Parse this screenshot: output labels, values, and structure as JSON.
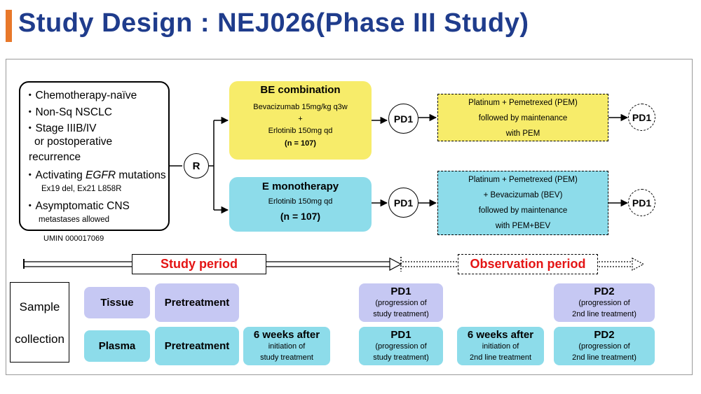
{
  "title": "Study Design : NEJ026(Phase III Study)",
  "accent_color": "#e8782a",
  "title_color": "#1f3c8c",
  "eligibility": {
    "items": [
      "・Chemotherapy-naïve",
      "・Non-Sq NSCLC",
      "・Stage IIIB/IV",
      "or postoperative",
      "recurrence",
      "・Activating ",
      "EGFR",
      " mutations",
      "Ex19 del, Ex21 L858R",
      "・Asymptomatic CNS",
      "metastases allowed"
    ]
  },
  "umin": "UMIN 000017069",
  "randomize_label": "R",
  "arm_be": {
    "title": "BE combination",
    "line1": "Bevacizumab 15mg/kg q3w",
    "plus": "+",
    "line2": "Erlotinib 150mg qd",
    "n": "(n = 107)",
    "color": "#f7ec6a"
  },
  "arm_e": {
    "title": "E monotherapy",
    "line1": "Erlotinib 150mg qd",
    "n": "(n = 107)",
    "color": "#8ddcea"
  },
  "pd1_label": "PD1",
  "second_line_be": {
    "lines": [
      "Platinum + Pemetrexed (PEM)",
      "followed by maintenance",
      "with PEM"
    ]
  },
  "second_line_e": {
    "lines": [
      "Platinum + Pemetrexed (PEM)",
      "+ Bevacizumab (BEV)",
      "followed by maintenance",
      "with PEM+BEV"
    ]
  },
  "study_period": "Study period",
  "observation_period": "Observation period",
  "sample_collection": [
    "Sample",
    "collection"
  ],
  "rows": {
    "tissue": "Tissue",
    "plasma": "Plasma",
    "pretreatment": "Pretreatment",
    "six_weeks_title": "6 weeks after",
    "six_weeks_l1": "initiation of",
    "six_weeks_l2": "study treatment",
    "pd1_title": "PD1",
    "pd1_l1": "(progression of",
    "pd1_l2": "study treatment)",
    "six_weeks2_title": "6 weeks after",
    "six_weeks2_l1": "initiation of",
    "six_weeks2_l2": "2nd line treatment",
    "pd2_title": "PD2",
    "pd2_l1": "(progression of",
    "pd2_l2": "2nd line treatment)"
  }
}
